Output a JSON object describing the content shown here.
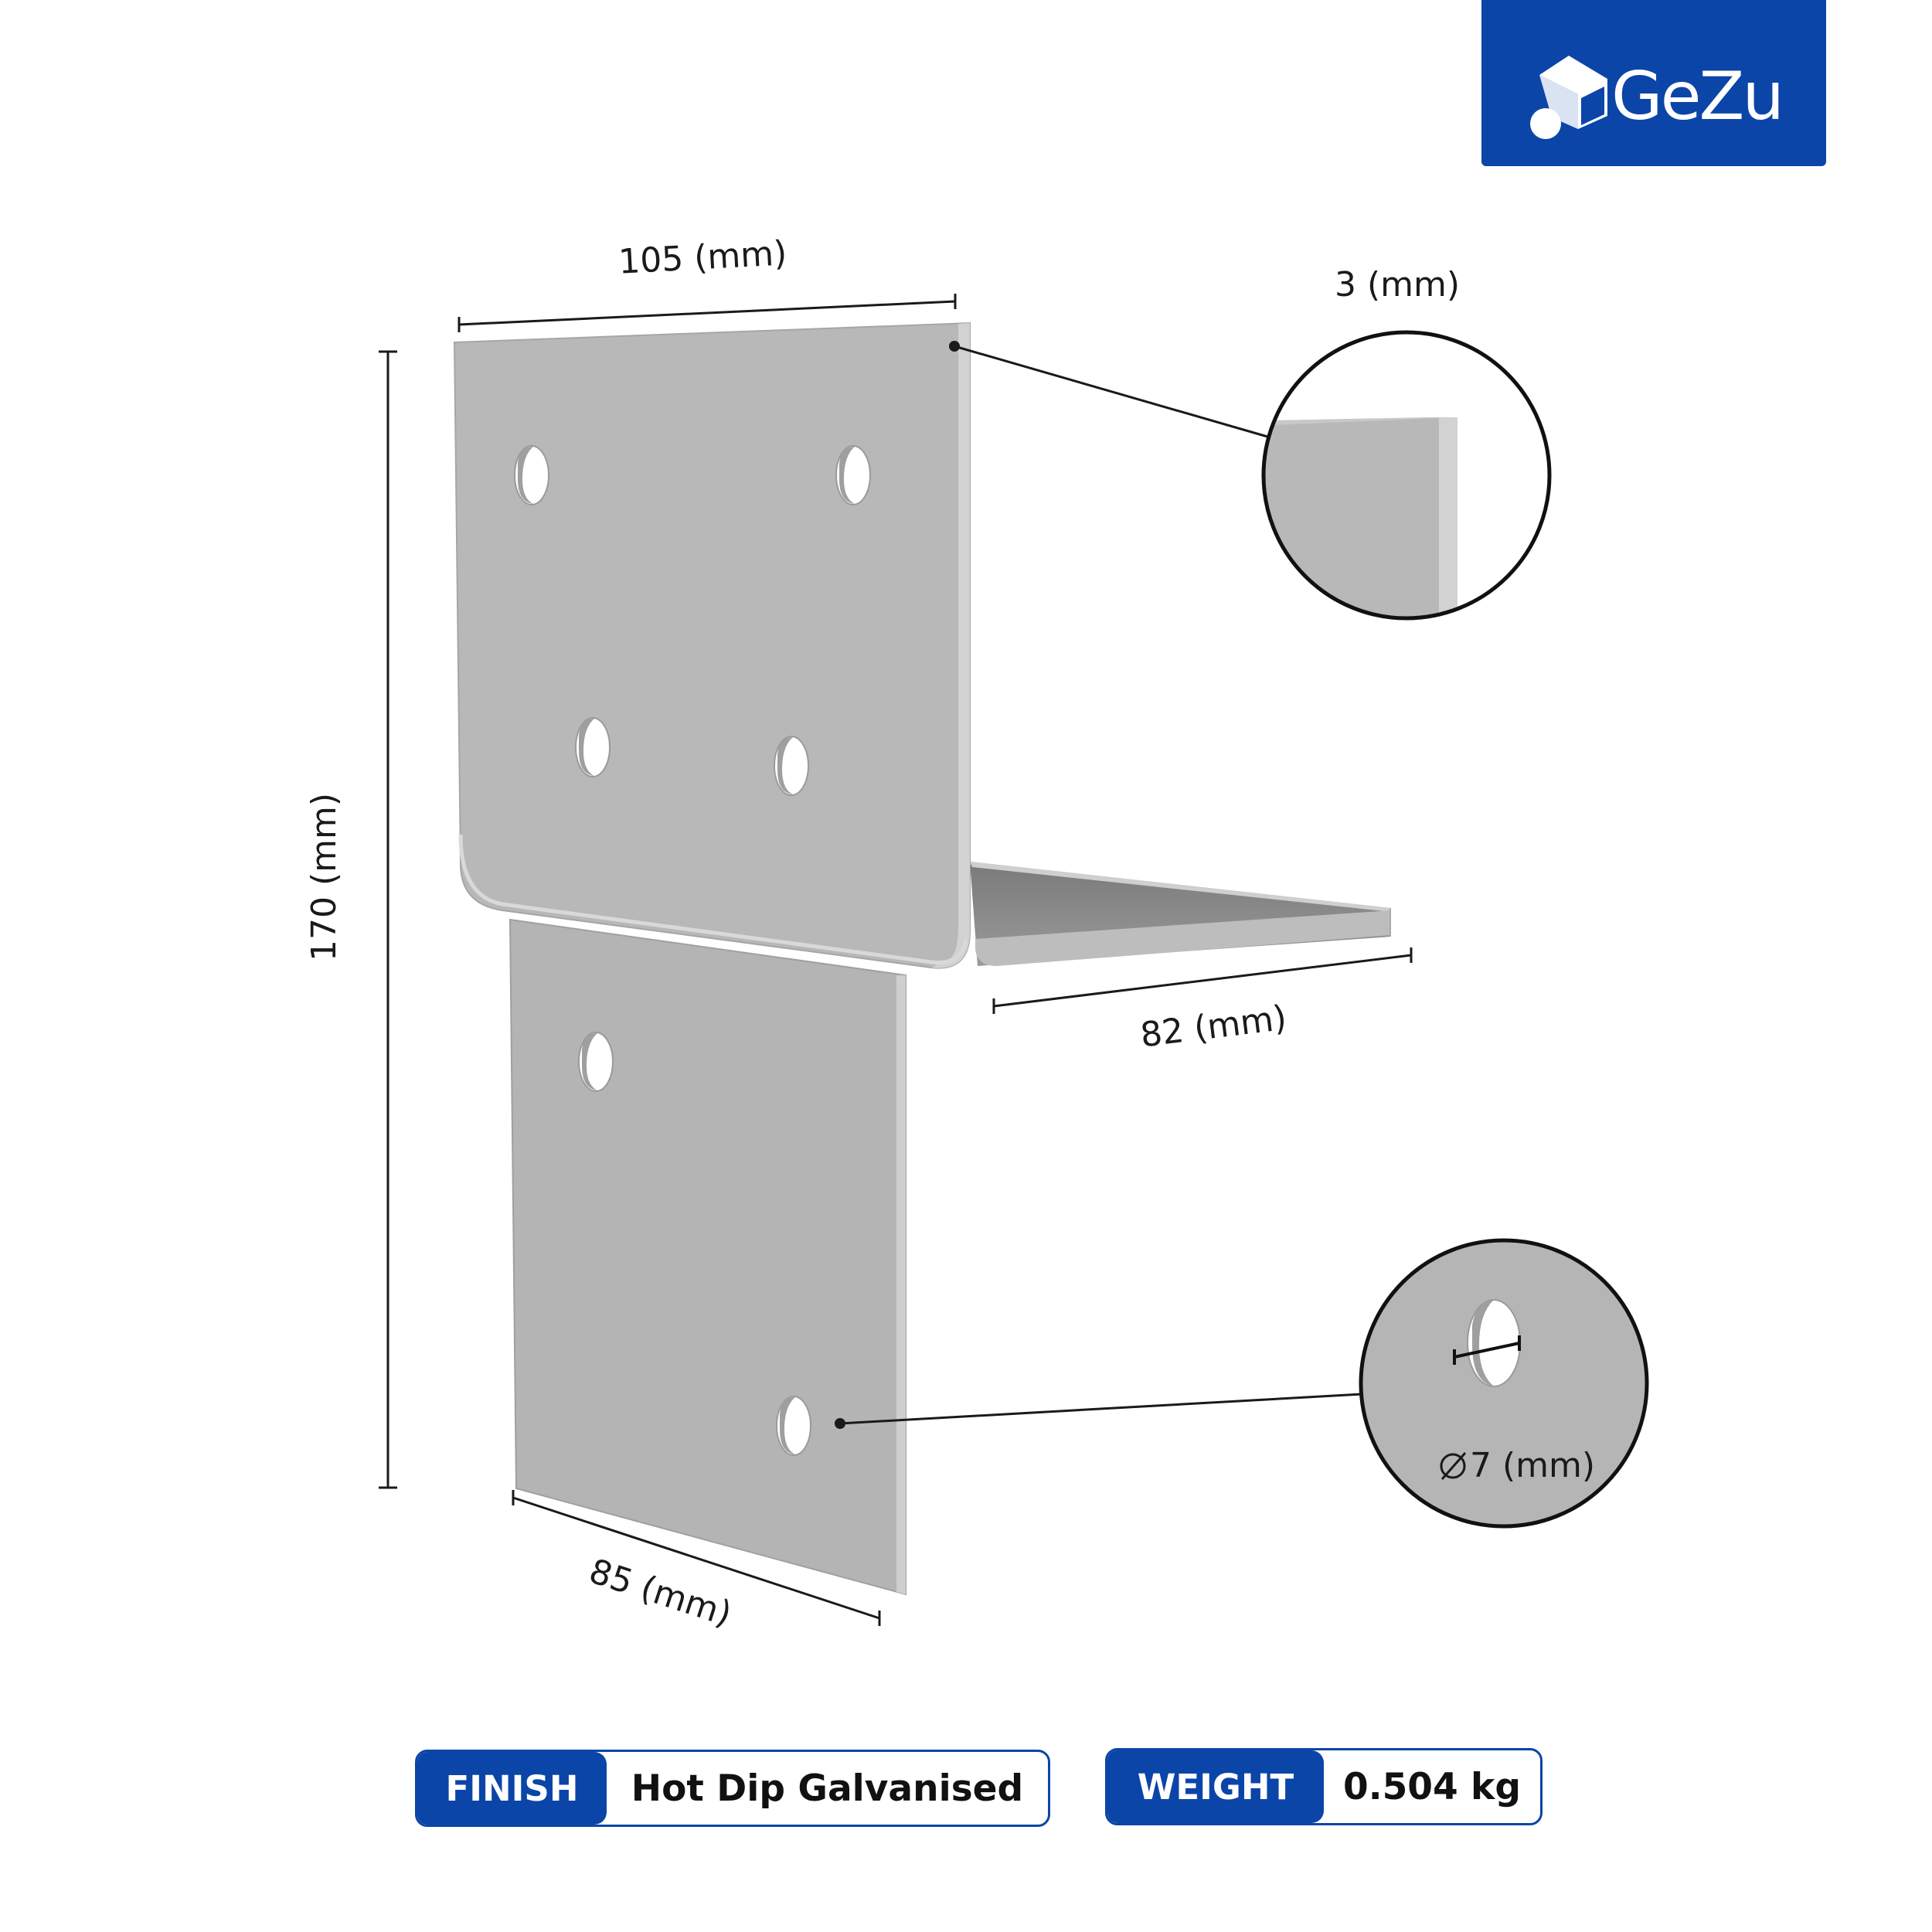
{
  "brand": {
    "name": "GeZu",
    "color": "#0b45a8",
    "icon": "house-logo-icon"
  },
  "dimensions": {
    "width_top": "105 (mm)",
    "thickness": "3 (mm)",
    "height": "170 (mm)",
    "flange_depth": "82 (mm)",
    "width_bottom": "85 (mm)",
    "hole_diameter": "7 (mm)"
  },
  "specs": [
    {
      "key": "FINISH",
      "value": "Hot Dip Galvanised"
    },
    {
      "key": "WEIGHT",
      "value": "0.504 kg"
    }
  ]
}
